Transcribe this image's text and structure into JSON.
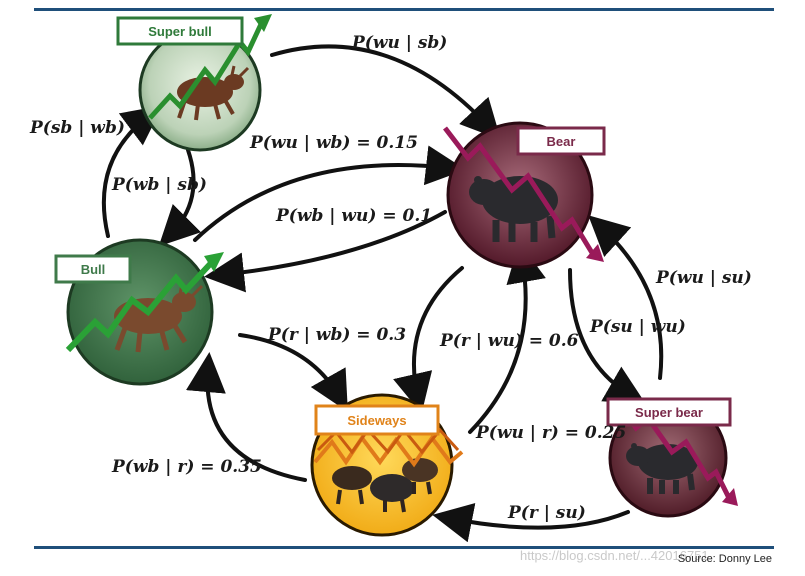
{
  "colors": {
    "super_bull_green": "#2f7a3a",
    "bull_green": "#3f7a4a",
    "bear_maroon": "#5a1a2a",
    "sideways_yellow": "#f5b51a",
    "rule_blue": "#1f4f7a",
    "tag_bear_border": "#7a2a4a",
    "tag_sideways_border": "#e0831a"
  },
  "states": {
    "super_bull": {
      "label": "Super bull",
      "icon": "bull-icon"
    },
    "bull": {
      "label": "Bull",
      "icon": "bull-icon"
    },
    "bear": {
      "label": "Bear",
      "icon": "bear-icon"
    },
    "sideways": {
      "label": "Sideways",
      "icon": "mixed-herd-icon"
    },
    "super_bear": {
      "label": "Super bear",
      "icon": "bear-icon"
    }
  },
  "edges": {
    "sb_to_bear": "P(wu | sb)",
    "bull_to_sb": "P(sb | wb)",
    "sb_to_bull": "P(wb | sb)",
    "bull_to_bear": "P(wu | wb) = 0.15",
    "bear_to_bull": "P(wb | wu) = 0.1",
    "bull_to_sideways": "P(r | wb) = 0.3",
    "bear_to_sideways": "P(r | wu) = 0.6",
    "sideways_to_bear": "P(wu | r) = 0.25",
    "sideways_to_bull": "P(wb | r) = 0.35",
    "bear_to_superbear": "P(su | wu)",
    "superbear_to_bear": "P(wu | su)",
    "superbear_to_sideways": "P(r | su)"
  },
  "source": "Source: Donny Lee",
  "watermark": "https://blog.csdn.net/...42016751"
}
